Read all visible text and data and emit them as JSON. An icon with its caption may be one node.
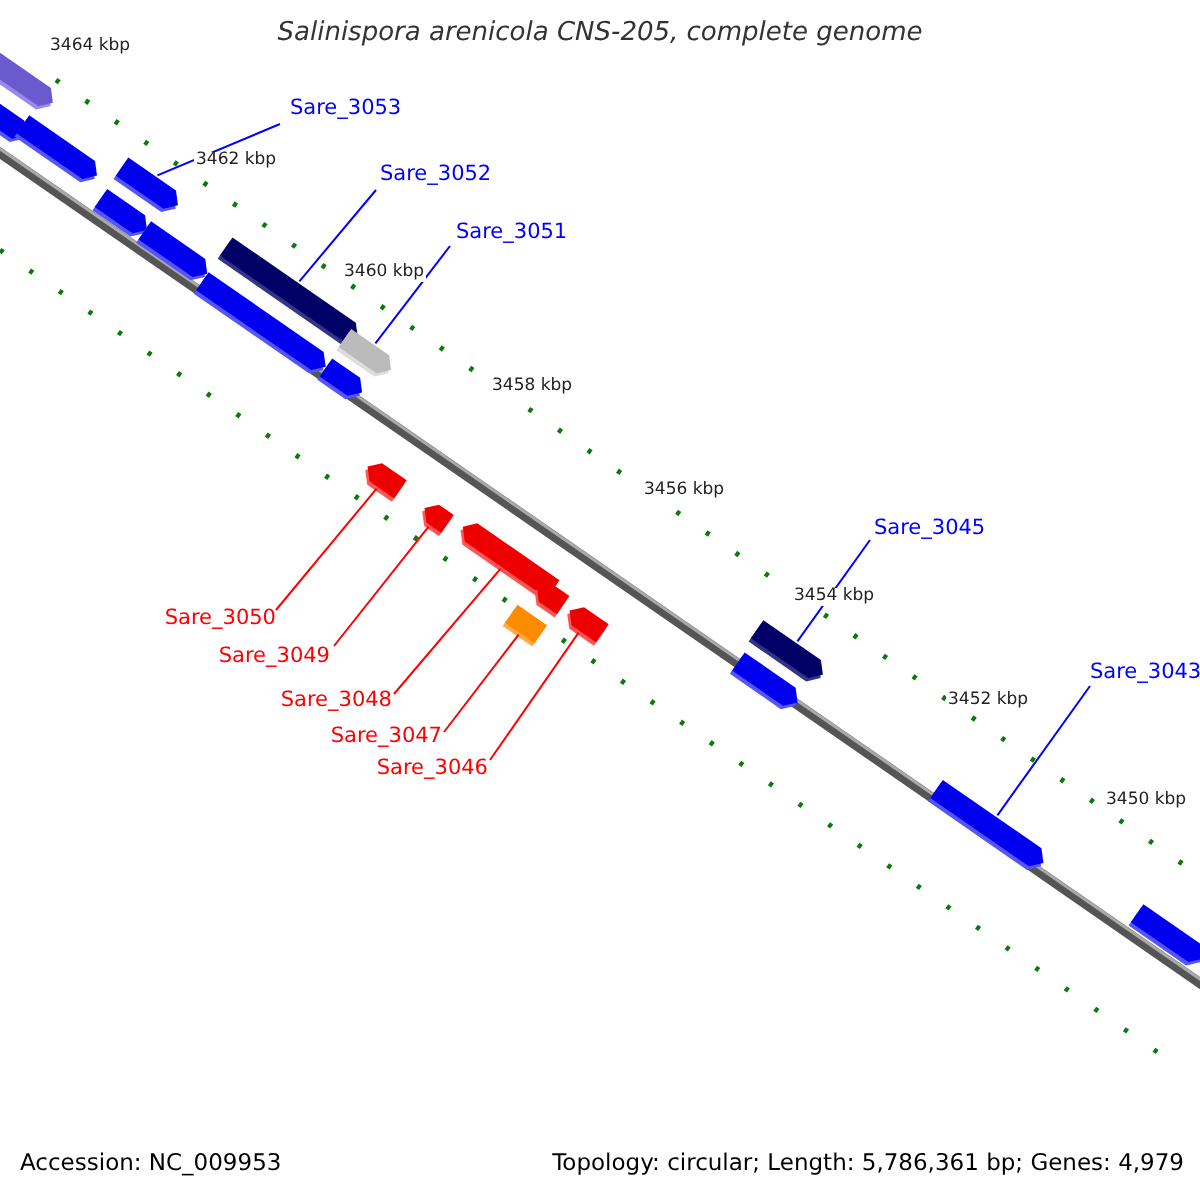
{
  "diagram": {
    "title": "Salinispora arenicola CNS-205, complete genome",
    "nodes": [
      {
        "text": [
          "Sare_3053"
        ]
      },
      {
        "text": [
          "Sare_3052"
        ]
      },
      {
        "text": [
          "Sare_3051"
        ]
      },
      {
        "text": [
          "Sare_3045"
        ]
      },
      {
        "text": [
          "Sare_3043"
        ]
      },
      {
        "text": [
          "Sare_3050"
        ]
      },
      {
        "text": [
          "Sare_3049"
        ]
      },
      {
        "text": [
          "Sare_3048"
        ]
      },
      {
        "text": [
          "Sare_3047"
        ]
      },
      {
        "text": [
          "Sare_3046"
        ]
      },
      {
        "text": [],
        "shape": "arrow"
      },
      {
        "text": [],
        "shape": "arrow"
      },
      {
        "text": [],
        "shape": "arrow"
      },
      {
        "text": [],
        "shape": "arrow"
      },
      {
        "text": [],
        "shape": "arrow"
      },
      {
        "text": [],
        "shape": "arrow"
      },
      {
        "text": [],
        "shape": "arrow"
      },
      {
        "text": [],
        "shape": "arrow"
      },
      {
        "text": [],
        "shape": "arrow"
      },
      {
        "text": [],
        "shape": "arrow"
      },
      {
        "text": [],
        "shape": "arrow"
      },
      {
        "text": [],
        "shape": "arrow"
      },
      {
        "text": [],
        "shape": "arrow"
      },
      {
        "text": [],
        "shape": "box"
      },
      {
        "text": [],
        "shape": "arrow"
      },
      {
        "text": [],
        "shape": "arrow"
      },
      {
        "text": [],
        "shape": "arrow"
      },
      {
        "text": [],
        "shape": "arrow"
      },
      {
        "text": [],
        "shape": "arrow"
      },
      {
        "text": [],
        "shape": "arrow"
      }
    ],
    "edges": [
      {
        "from": 0,
        "to": 14,
        "arrow": "none"
      },
      {
        "from": 1,
        "to": 17,
        "arrow": "none"
      },
      {
        "from": 2,
        "to": 19,
        "arrow": "none"
      },
      {
        "from": 3,
        "to": 27,
        "arrow": "none"
      },
      {
        "from": 4,
        "to": 28,
        "arrow": "none"
      },
      {
        "from": 5,
        "to": 20,
        "arrow": "none",
        "color": "#ff0000"
      },
      {
        "from": 6,
        "to": 21,
        "arrow": "none",
        "color": "#ff0000"
      },
      {
        "from": 7,
        "to": 22,
        "arrow": "none",
        "color": "#ff0000"
      },
      {
        "from": 8,
        "to": 23,
        "arrow": "none",
        "color": "#ff0000"
      },
      {
        "from": 9,
        "to": 25,
        "arrow": "none",
        "color": "#ff0000"
      }
    ],
    "labels": [
      "3464 kbp",
      "3462 kbp",
      "3460 kbp",
      "3458 kbp",
      "3456 kbp",
      "3454 kbp",
      "3452 kbp",
      "3450 kbp",
      "Accession: NC_009953",
      "Topology: circular; Length: 5,786,361 bp; Genes: 4,979"
    ]
  }
}
